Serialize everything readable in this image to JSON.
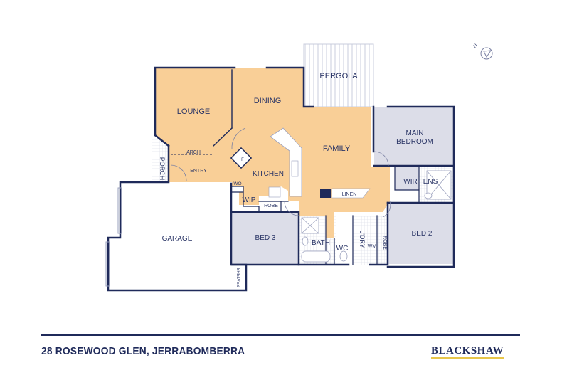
{
  "floorplan": {
    "compass": {
      "label": "N",
      "icon": "north-arrow-icon"
    },
    "rooms": {
      "pergola": "PERGOLA",
      "lounge": "LOUNGE",
      "dining": "DINING",
      "family": "FAMILY",
      "main_bedroom_line1": "MAIN",
      "main_bedroom_line2": "BEDROOM",
      "porch": "PORCH",
      "arch": "ARCH",
      "entry": "ENTRY",
      "fridge": "F",
      "kitchen": "KITCHEN",
      "wo": "WO",
      "wip": "WIP",
      "robe_bed3": "ROBE",
      "linen": "LINEN",
      "wir": "WIR",
      "ens": "ENS",
      "garage": "GARAGE",
      "bed3": "BED 3",
      "bath": "BATH",
      "wc": "WC",
      "ldry": "L'DRY",
      "wm": "WM",
      "robe_bed2": "ROBE",
      "bed2": "BED 2",
      "shelves": "SHELVES"
    },
    "colors": {
      "living": "#f9cf97",
      "bedroom": "#dcdde8",
      "wall": "#1f2a5a",
      "text": "#2a3566",
      "brand_underline": "#e8c64a"
    }
  },
  "footer": {
    "address": "28 ROSEWOOD GLEN, JERRABOMBERRA",
    "brand": "BLACKSHAW"
  }
}
